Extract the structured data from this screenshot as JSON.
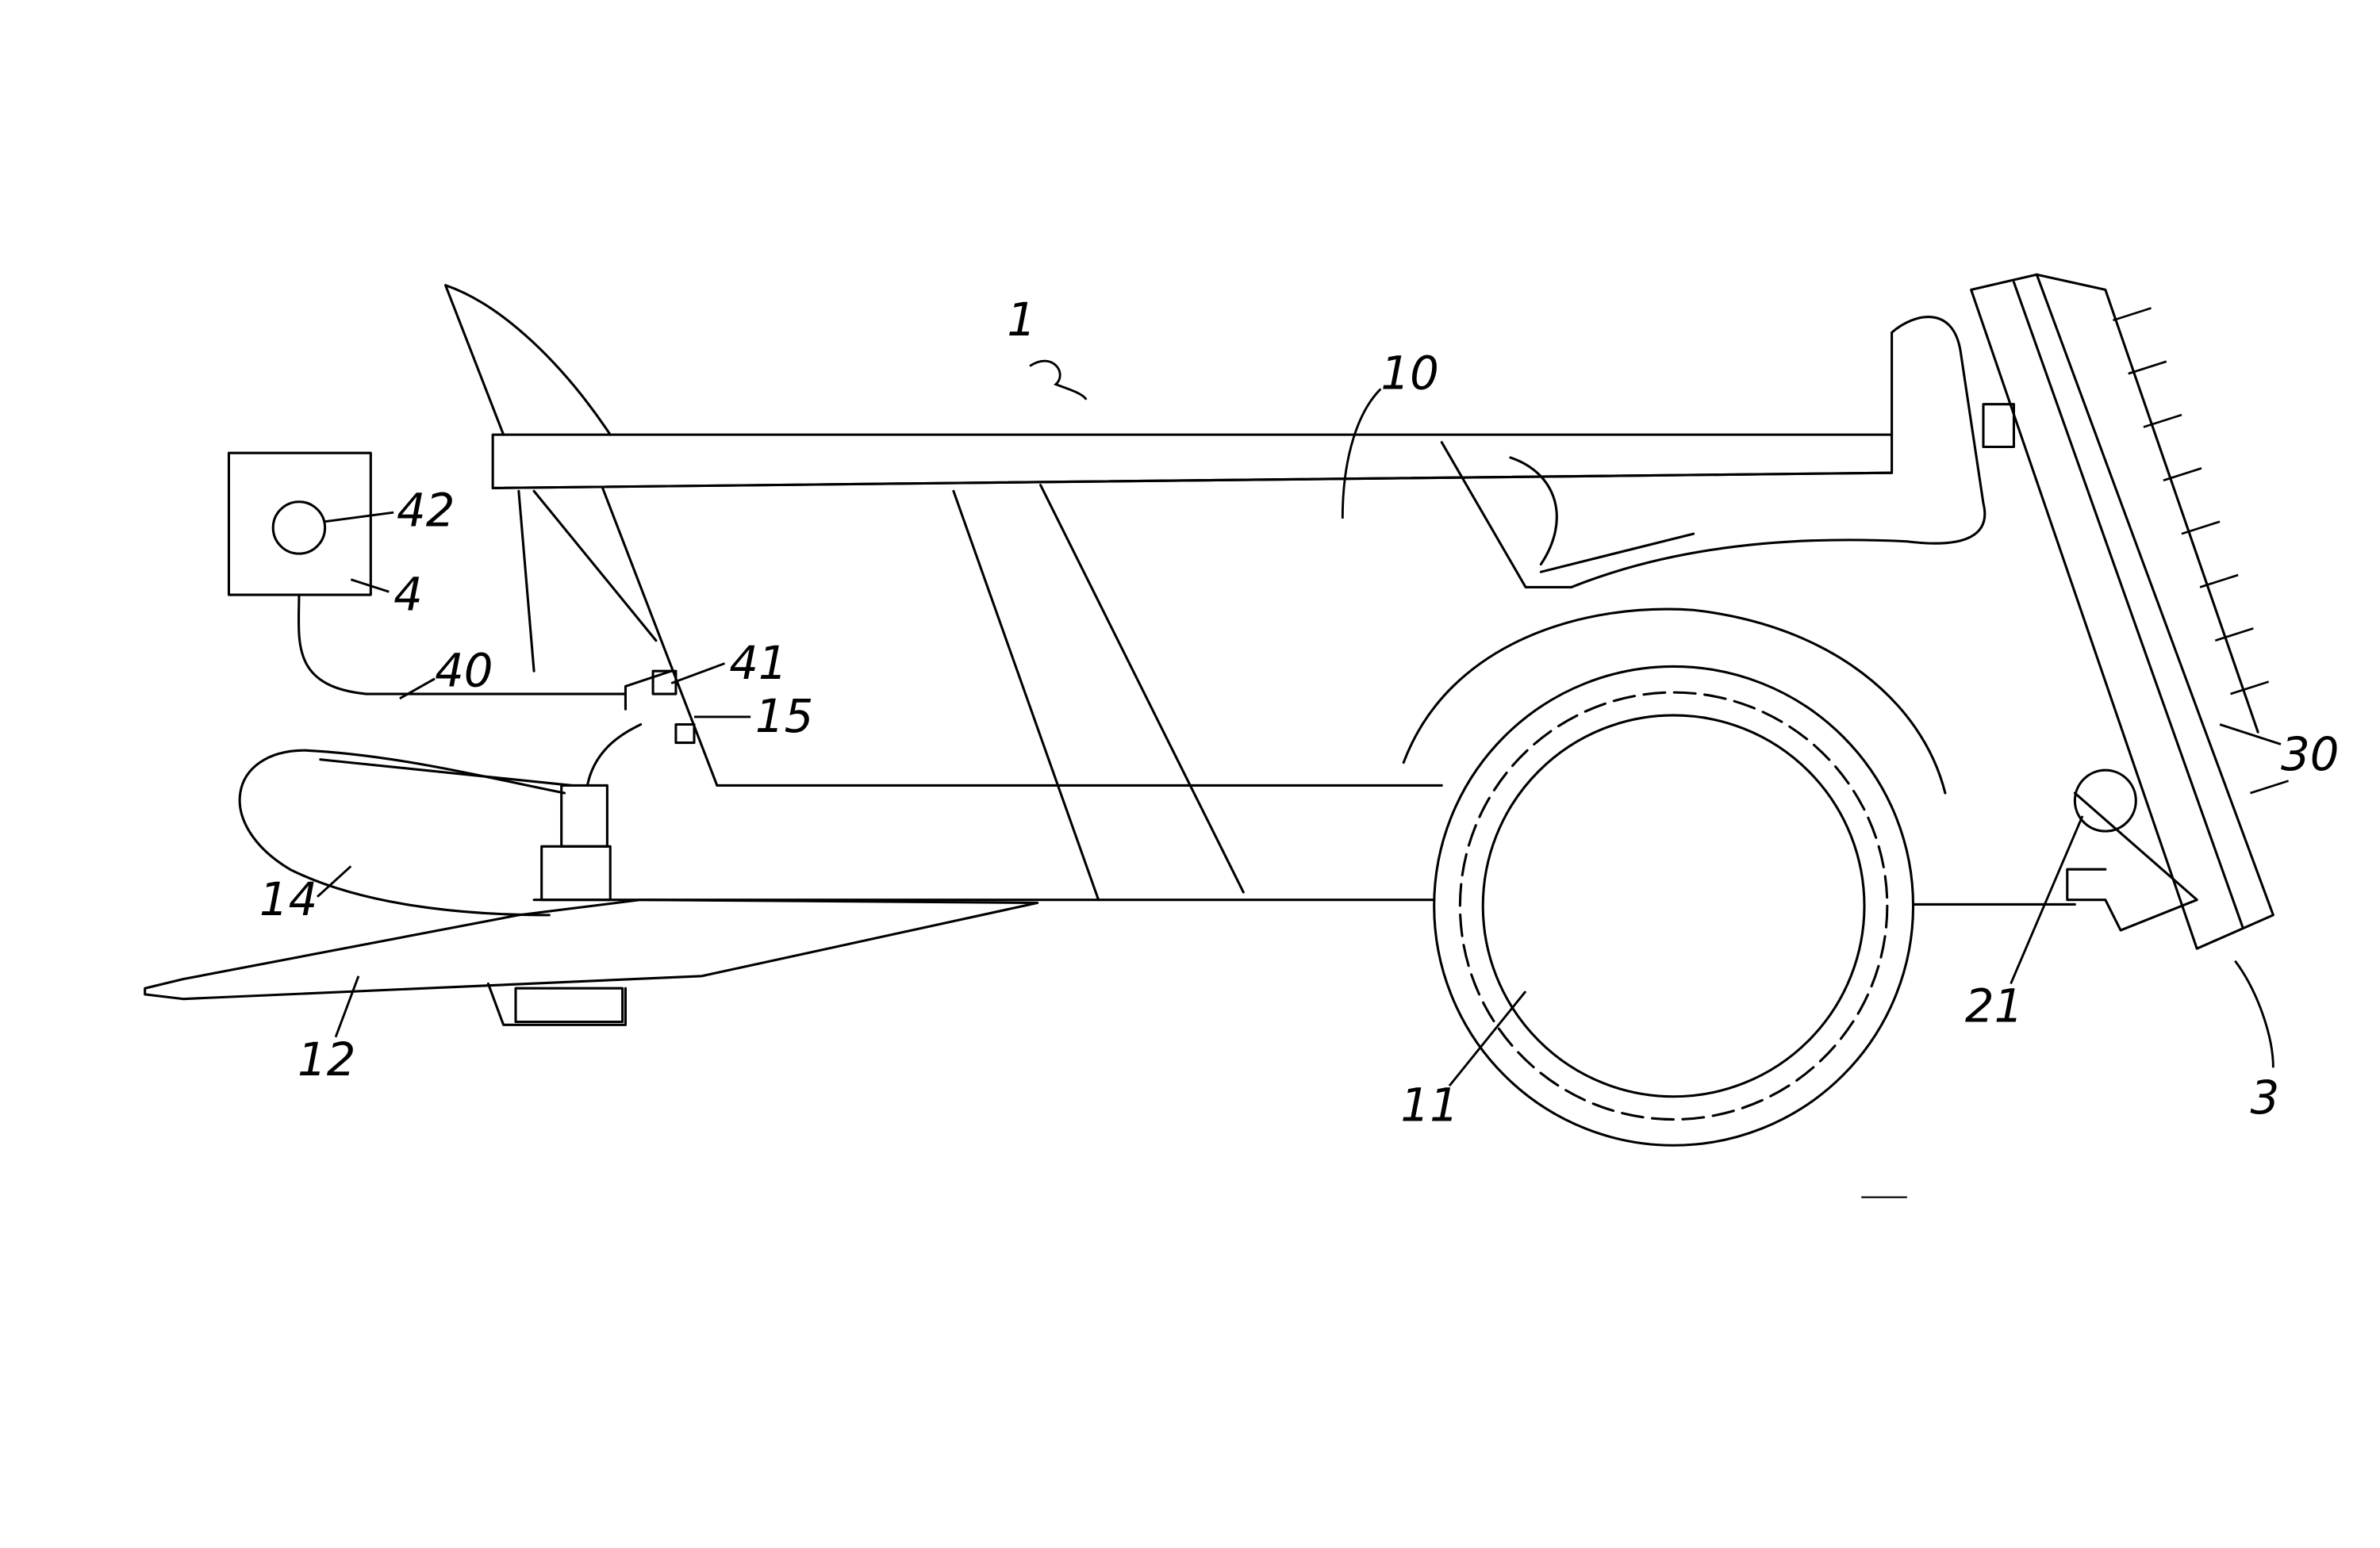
{
  "figure": {
    "reference_labels": {
      "machine": "1",
      "body": "10",
      "wheel": "11",
      "drawbar": "12",
      "hose": "14",
      "coupling": "15",
      "drive": "21",
      "spreader": "3",
      "spreader_rotor": "30",
      "control_unit": "4",
      "control_element": "42",
      "cable": "40",
      "sensor": "41"
    }
  }
}
